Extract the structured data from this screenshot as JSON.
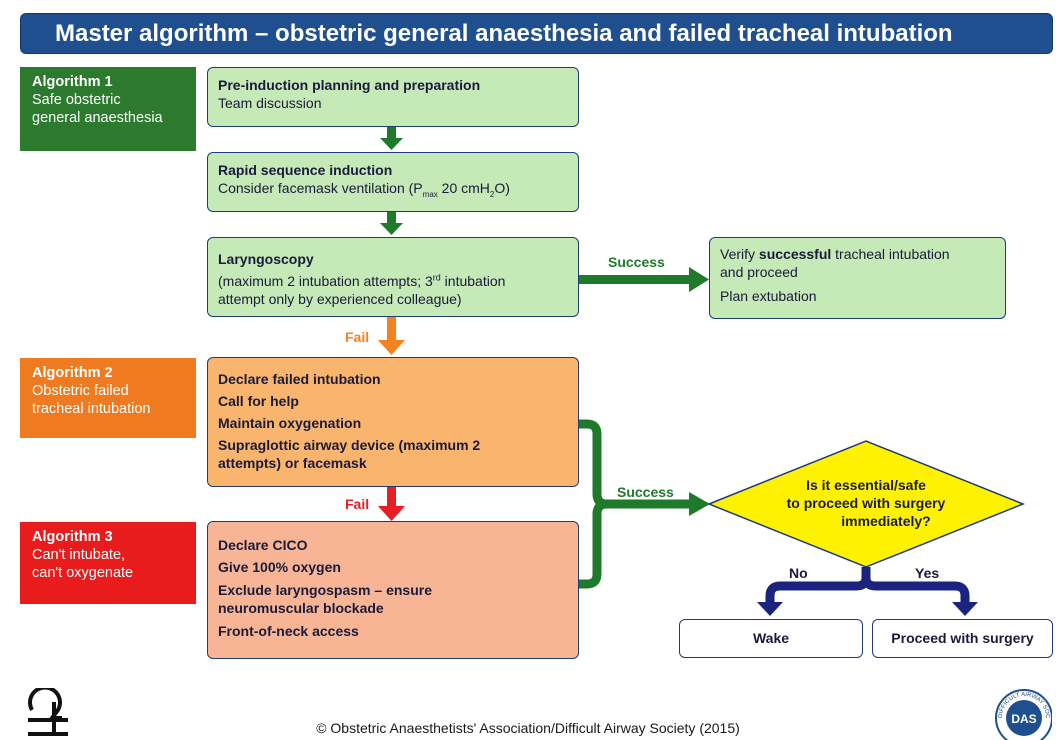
{
  "title": "Master algorithm – obstetric general anaesthesia and failed tracheal intubation",
  "colors": {
    "title_bg": "#1f4f8f",
    "alg1": "#2b7a2e",
    "alg2": "#f07a1f",
    "alg3": "#e81c1c",
    "green_box": "#c6e9b8",
    "orange_box": "#f9b56d",
    "salmon_box": "#f8b596",
    "decision": "#fff200",
    "navy_arrow": "#1a237e",
    "green_arrow": "#1f7a2b",
    "orange_arrow": "#f58220",
    "red_arrow": "#e61e25"
  },
  "algorithms": [
    {
      "heading": "Algorithm 1",
      "desc_lines": [
        "Safe obstetric",
        "general anaesthesia"
      ]
    },
    {
      "heading": "Algorithm 2",
      "desc_lines": [
        "Obstetric failed",
        "tracheal intubation"
      ]
    },
    {
      "heading": "Algorithm 3",
      "desc_lines": [
        "Can't intubate,",
        "can't oxygenate"
      ]
    }
  ],
  "boxes": {
    "pre_induction": {
      "title": "Pre-induction planning and preparation",
      "line": "Team discussion"
    },
    "rsi": {
      "title": "Rapid sequence induction",
      "line_before": "Consider facemask ventilation (P",
      "sub_max": "max",
      "line_mid": " 20 cmH",
      "sub_2": "2",
      "line_after": "O)"
    },
    "laryngoscopy": {
      "title": "Laryngoscopy",
      "line1_a": "(maximum 2 intubation attempts; 3",
      "line1_sup": "rd",
      "line1_b": " intubation",
      "line2": "attempt only by experienced colleague)"
    },
    "verify": {
      "line1_a": "Verify ",
      "line1_bold": "successful",
      "line1_b": " tracheal intubation",
      "line2": "and proceed",
      "line3": "Plan extubation"
    },
    "failed_intubation": {
      "lines": [
        "Declare failed intubation",
        "Call for help",
        "Maintain oxygenation",
        "Supraglottic airway device (maximum 2",
        "attempts) or facemask"
      ]
    },
    "cico": {
      "lines": [
        "Declare CICO",
        "Give 100% oxygen",
        "Exclude laryngospasm – ensure",
        "neuromuscular blockade",
        "Front-of-neck access"
      ]
    }
  },
  "decision": {
    "lines": [
      "Is it essential/safe",
      "to proceed with surgery",
      "immediately?"
    ]
  },
  "arrow_labels": {
    "success1": "Success",
    "fail1": "Fail",
    "fail2": "Fail",
    "success2": "Success",
    "no": "No",
    "yes": "Yes"
  },
  "outcomes": {
    "wake": "Wake",
    "proceed": "Proceed with surgery"
  },
  "footer": "© Obstetric Anaesthetists' Association/Difficult Airway Society (2015)",
  "logos": {
    "left": "oaa-logo",
    "right": "das-logo",
    "right_text": "DIFFICULT AIRWAY SOCIETY"
  }
}
